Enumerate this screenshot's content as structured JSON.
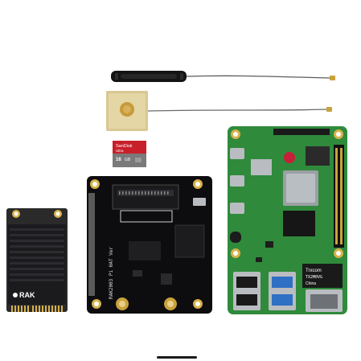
{
  "sd_card": {
    "brand": "SanDisk",
    "line": "Ultra",
    "capacity": "16",
    "unit": "GB",
    "color_top": "#c8202a",
    "color_bottom": "#7a7a7a"
  },
  "module": {
    "logo": "RAK",
    "heatsink_color": "#1b1b1e",
    "pcb_color": "#2a2a2a"
  },
  "hat": {
    "silk_text": "RAK2003 Pi HAT Ver",
    "pcb_color": "#0d0d0f"
  },
  "pi": {
    "chip_text_1": "Trxcom",
    "chip_text_2": "TX2M0VG",
    "chip_text_3": "China",
    "pcb_color": "#2f8a3c"
  },
  "colors": {
    "background": "#ffffff",
    "gold": "#d8b24a",
    "usb3_blue": "#2f6fc4",
    "metal": "#b9bcc0"
  }
}
